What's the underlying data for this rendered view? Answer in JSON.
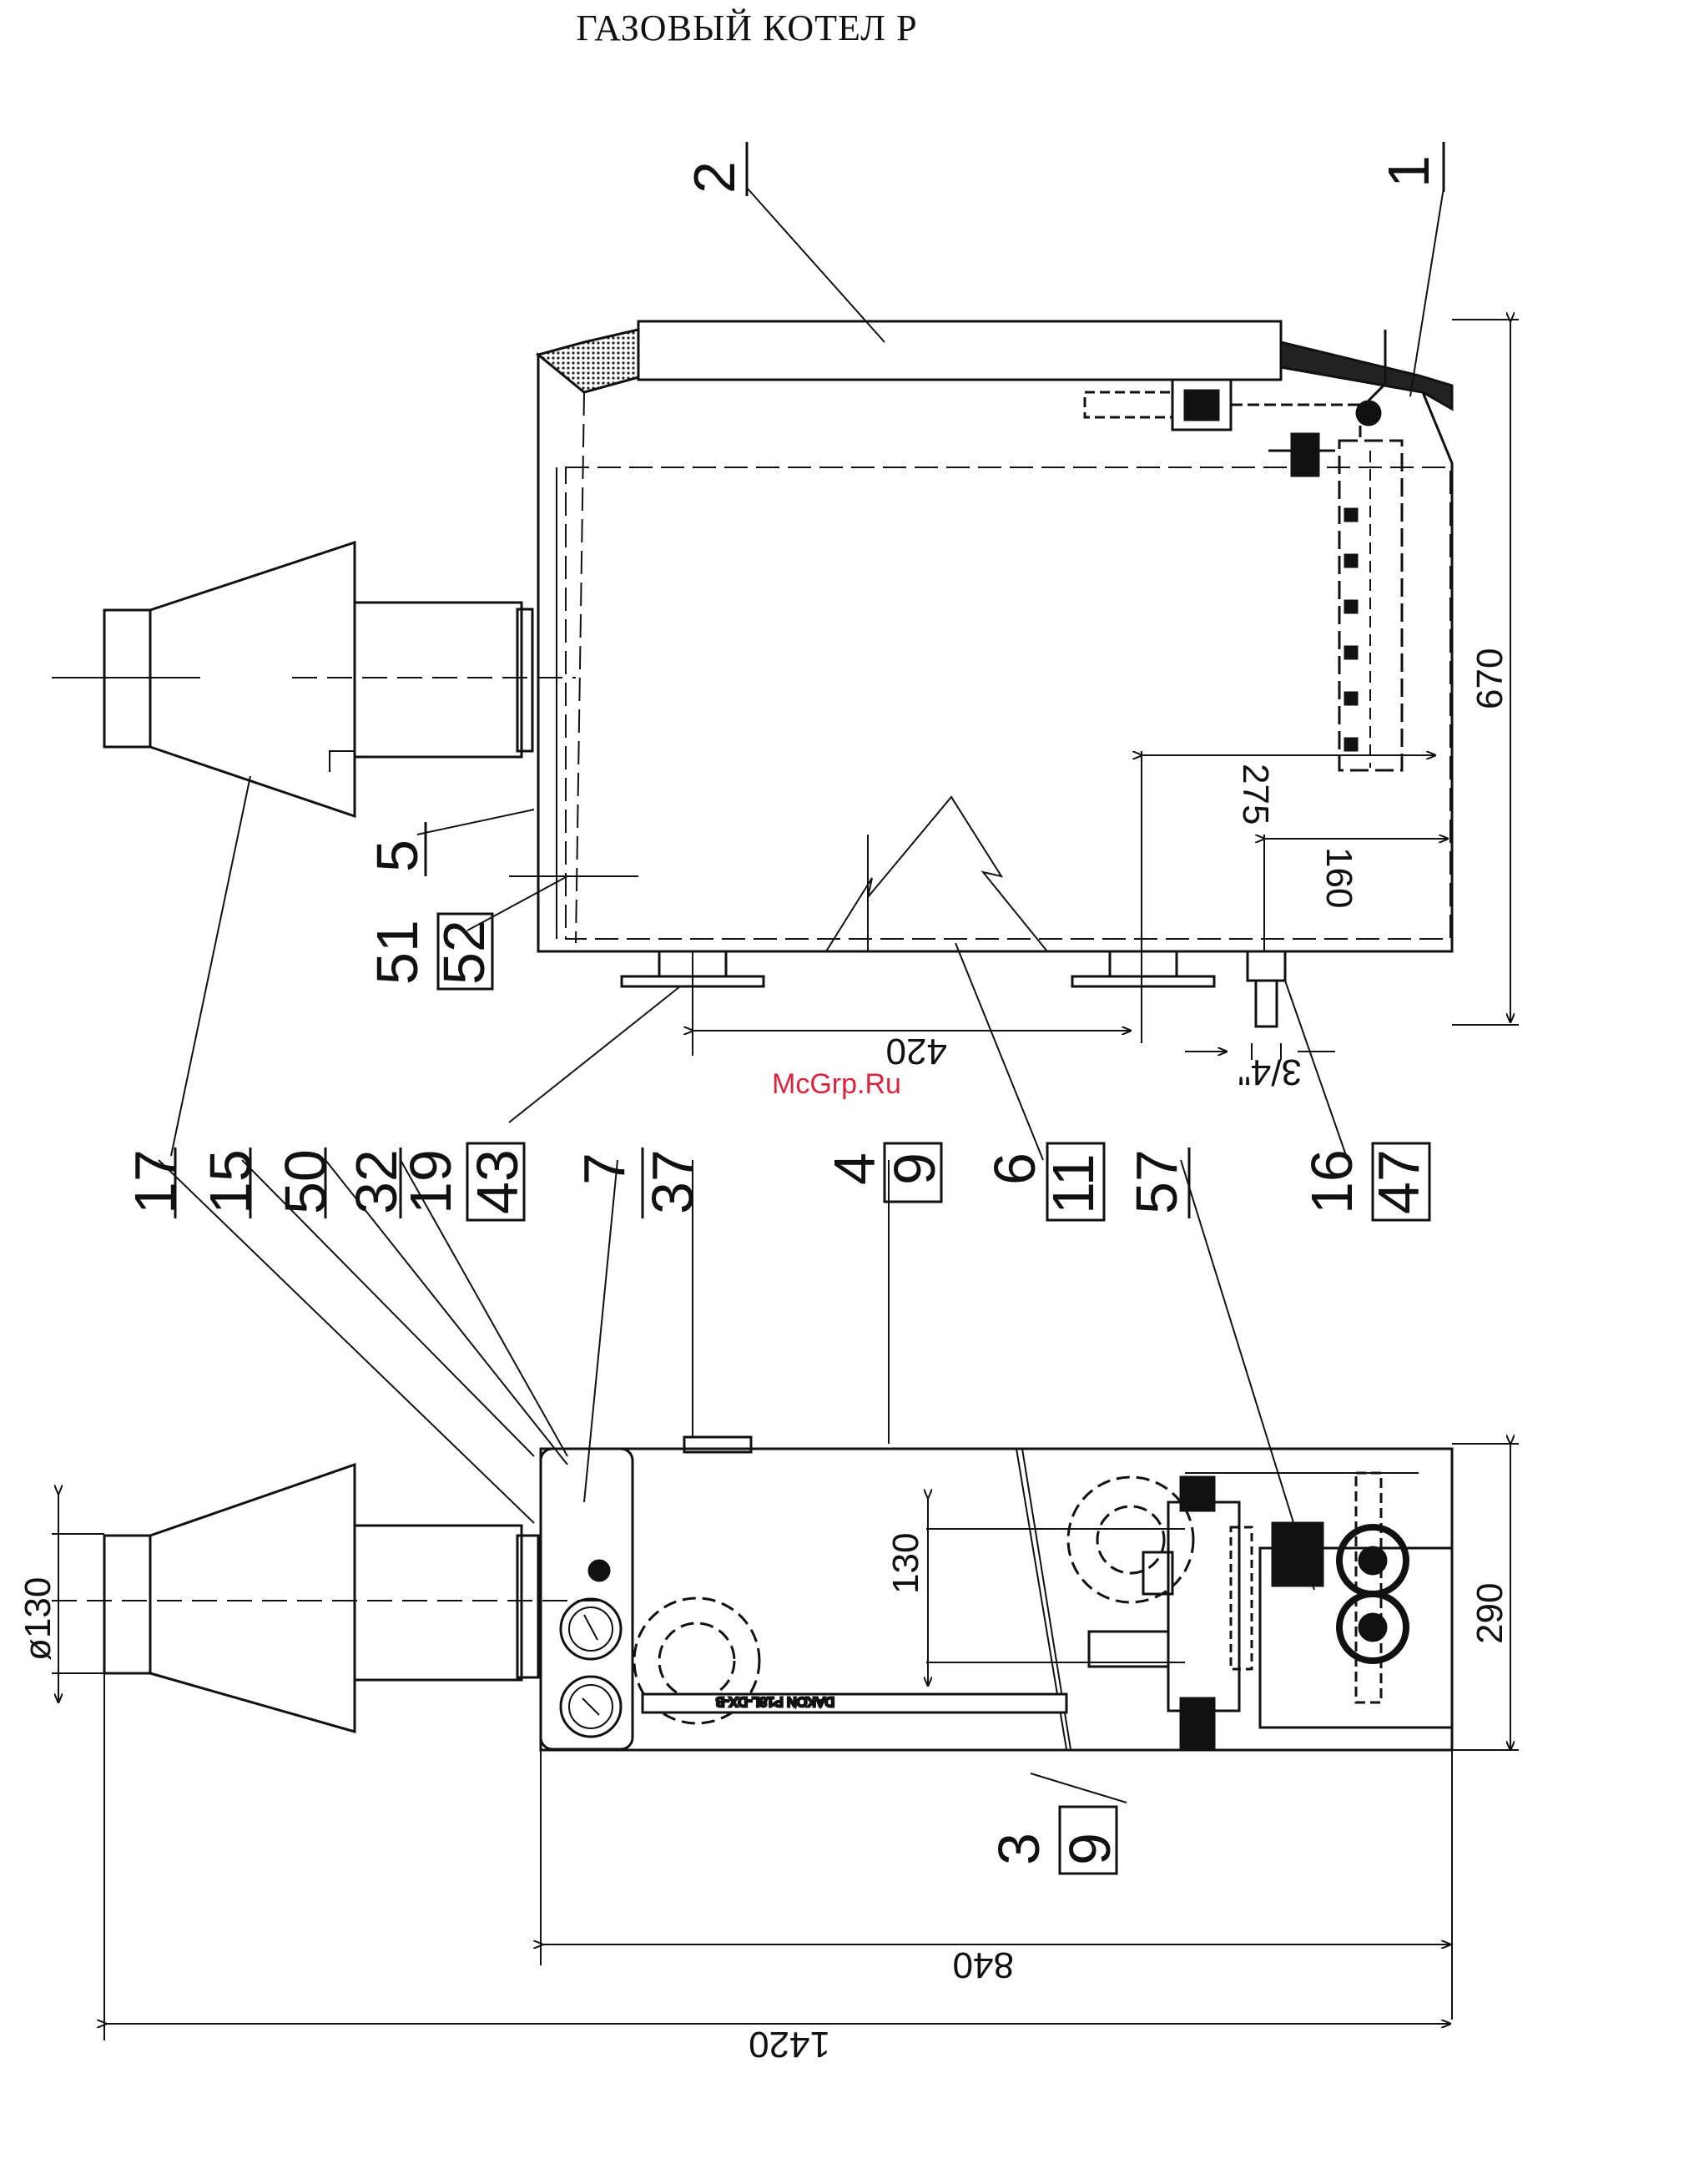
{
  "title": "ГАЗОВЫЙ КОТЕЛ Р",
  "watermark": "McGrp.Ru",
  "nameplate": "DAKON P18L-DX-B",
  "callouts": {
    "c1": "1",
    "c2": "2",
    "c5": "5",
    "c51": "51",
    "c52": "52",
    "c17": "17",
    "c15": "15",
    "c50": "50",
    "c32": "32",
    "c19": "19",
    "c43": "43",
    "c7": "7",
    "c37": "37",
    "c4": "4",
    "c9a": "9",
    "c6": "6",
    "c11": "11",
    "c57": "57",
    "c16": "16",
    "c47": "47",
    "c3": "3",
    "c9b": "9"
  },
  "dimensions": {
    "d670": "670",
    "d275": "275",
    "d160": "160",
    "d420": "420",
    "d34": "3/4\"",
    "d130": "130",
    "d290": "290",
    "d840": "840",
    "d1420": "1420",
    "dphi130": "ø130"
  },
  "colors": {
    "ink": "#111111",
    "watermark": "#d7263d",
    "hatch": "#555555"
  }
}
